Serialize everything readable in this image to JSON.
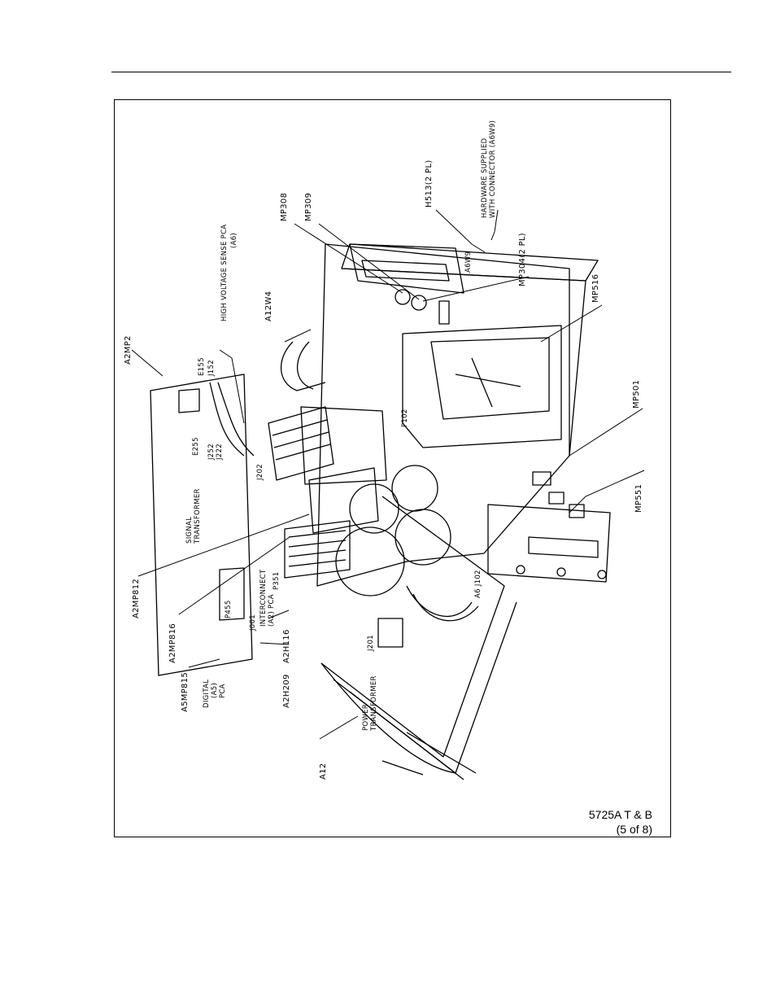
{
  "figure": {
    "id_line1": "5725A T & B",
    "id_line2": "(5 of 8)"
  },
  "callouts": {
    "a2mp2": "A2MP2",
    "e155": "E155",
    "j152": "J152",
    "hv_sense_pca": "HIGH VOLTAGE SENSE PCA",
    "hv_sense_ref": "(A6)",
    "a12w4": "A12W4",
    "mp308": "MP308",
    "mp309": "MP309",
    "h513": "H513(2 PL)",
    "hardware_line1": "HARDWARE SUPPLIED",
    "hardware_line2": "WITH CONNECTOR (A6W9)",
    "a6w9": "A6W9",
    "mp304": "MP304(2 PL)",
    "mp516": "MP516",
    "mp501": "MP501",
    "mp551": "MP551",
    "signal_line1": "SIGNAL",
    "signal_line2": "TRANSFORMER",
    "e255": "E255",
    "j252": "J252",
    "j222": "J222",
    "j202": "J202",
    "p102": "P102",
    "a2mp812": "A2MP812",
    "a2mp816": "A2MP816",
    "p455": "P455",
    "j001": "J001",
    "interconnect_line1": "INTERCONNECT",
    "interconnect_line2": "(A2) PCA",
    "p351": "P351",
    "a5mp815": "A5MP815",
    "digital_line1": "DIGITAL",
    "digital_line2": "(A5)",
    "digital_line3": "PCA",
    "a2h209": "A2H209",
    "a2h116": "A2H116",
    "j201": "J201",
    "a6j102": "A6 J102",
    "power_line1": "POWER",
    "power_line2": "TRANSFORMER",
    "a12": "A12"
  }
}
